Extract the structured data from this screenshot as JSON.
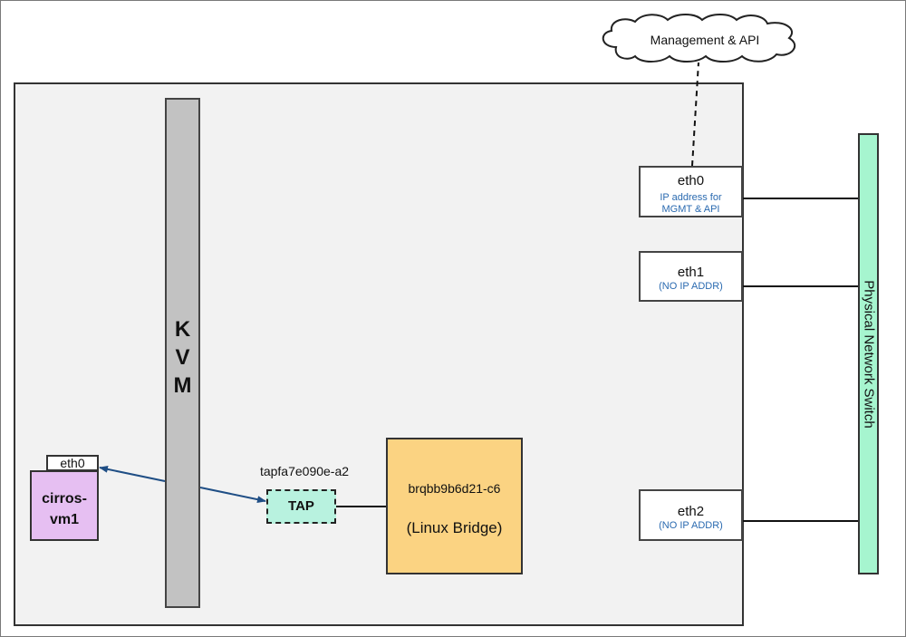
{
  "cloud": {
    "label": "Management & API"
  },
  "kvm": {
    "label": "K\nV\nM"
  },
  "vm": {
    "label": "cirros-\nvm1",
    "interface": "eth0"
  },
  "tap": {
    "name": "tapfa7e090e-a2",
    "label": "TAP"
  },
  "bridge": {
    "name": "brqbb9b6d21-c6",
    "type": "(Linux Bridge)"
  },
  "host_nics": [
    {
      "name": "eth0",
      "detail_line1": "IP address for",
      "detail_line2": "MGMT & API"
    },
    {
      "name": "eth1",
      "detail": "(NO IP ADDR)"
    },
    {
      "name": "eth2",
      "detail": "(NO IP ADDR)"
    }
  ],
  "switch": {
    "label": "Physical Network Switch"
  },
  "colors": {
    "host_background": "#f2f2f2",
    "kvm": "#c2c2c2",
    "vm": "#e6bff2",
    "tap": "#b8f2df",
    "bridge": "#fbd382",
    "switch": "#a6f5cf",
    "arrow": "#1f4e85",
    "nic_detail_text": "#2a6ab0"
  }
}
